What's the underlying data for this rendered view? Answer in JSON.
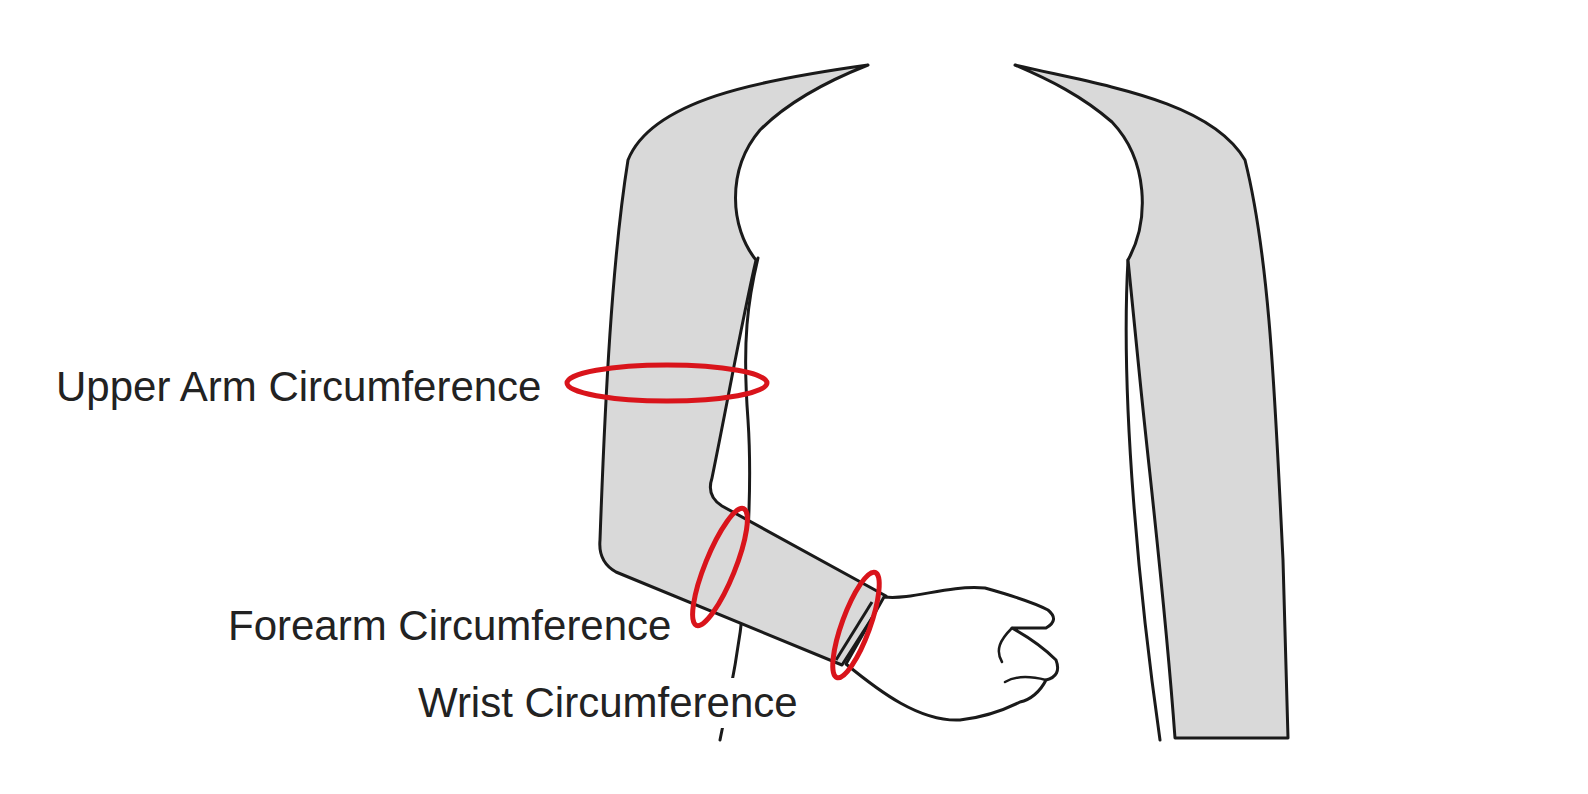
{
  "diagram": {
    "labels": [
      "Upper Arm Circumference",
      "Forearm Circumference",
      "Wrist Circumference"
    ]
  }
}
